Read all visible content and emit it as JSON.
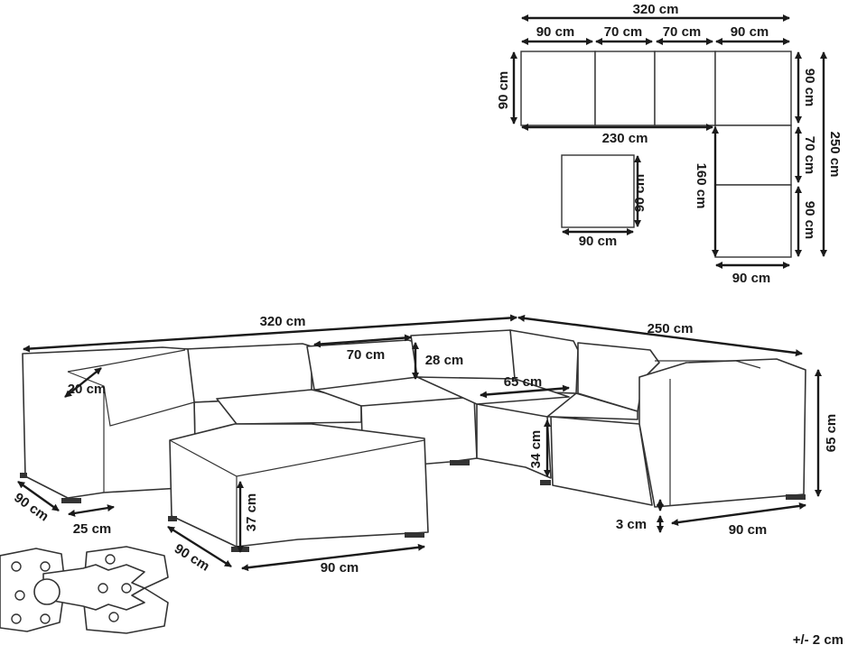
{
  "plan_view": {
    "total_width": "320 cm",
    "segment_1": "90 cm",
    "segment_2": "70 cm",
    "segment_3": "70 cm",
    "segment_4": "90 cm",
    "left_depth": "90 cm",
    "inner_width": "230 cm",
    "right_top": "90 cm",
    "right_mid": "70 cm",
    "right_bottom": "90 cm",
    "total_depth": "250 cm",
    "inner_depth": "160 cm",
    "bottom_width": "90 cm",
    "ottoman_depth": "90 cm",
    "ottoman_width": "90 cm"
  },
  "perspective_view": {
    "total_width": "320 cm",
    "total_depth": "250 cm",
    "back_height": "28 cm",
    "seat_width": "70 cm",
    "armrest_width": "20 cm",
    "corner_seat": "65 cm",
    "seat_height": "34 cm",
    "total_height": "65 cm",
    "leg_height": "3 cm",
    "end_module_width": "90 cm",
    "left_depth": "90 cm",
    "leg_inset": "25 cm",
    "ottoman_height": "37 cm",
    "ottoman_depth": "90 cm",
    "ottoman_width": "90 cm"
  },
  "tolerance": "+/- 2 cm"
}
